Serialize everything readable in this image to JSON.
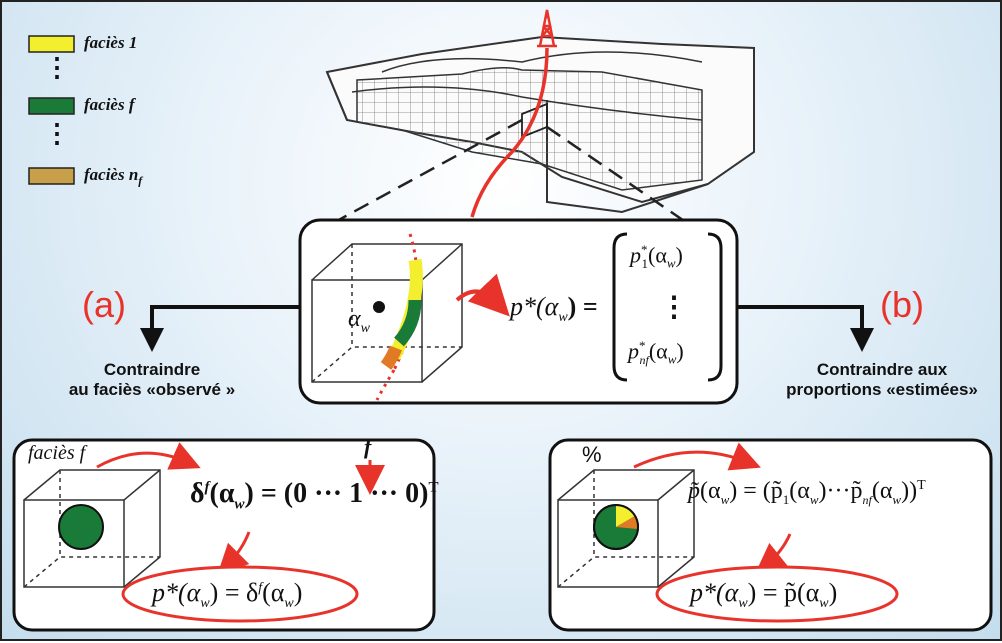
{
  "legend": {
    "items": [
      {
        "label": "faciès 1",
        "color": "#f3ee2e"
      },
      {
        "label": "faciès f",
        "color": "#1a7a38"
      },
      {
        "label": "faciès n",
        "subscript": "f",
        "color": "#c9a04a"
      }
    ],
    "ellipsis": "⋮"
  },
  "central_panel": {
    "point_label": "α",
    "point_subscript": "w",
    "equation": {
      "lhs": "p*(α",
      "lhs_sub": "w",
      "lhs_close": ") =",
      "top": "p",
      "top_sup": "*",
      "top_sub": "1",
      "top_arg": "(α",
      "top_arg_sub": "w",
      "top_close": ")",
      "dots": "⋮",
      "bottom": "p",
      "bottom_sup": "*",
      "bottom_sub": "nf",
      "bottom_arg": "(α",
      "bottom_arg_sub": "w",
      "bottom_close": ")"
    }
  },
  "branch_a": {
    "tag": "(a)",
    "caption_line1": "Contraindre",
    "caption_line2": "au faciès «observé »"
  },
  "branch_b": {
    "tag": "(b)",
    "caption_line1": "Contraindre aux",
    "caption_line2": "proportions «estimées»"
  },
  "panel_a": {
    "cube_label": "faciès f",
    "f_marker": "f",
    "delta": "δ",
    "delta_sup": "f",
    "arg": "(α",
    "arg_sub": "w",
    "eq_rhs": ") = (0 ··· 1 ··· 0)",
    "transpose": "T",
    "result_lhs": "p*(α",
    "result_lhs_sub": "w",
    "result_mid": ") = δ",
    "result_sup": "f",
    "result_arg": "(α",
    "result_arg_sub": "w",
    "result_close": ")"
  },
  "panel_b": {
    "cube_label": "%",
    "p_tilde": "p̃",
    "arg": "(α",
    "arg_sub": "w",
    "eq_mid": ") = (p̃",
    "eq_sub1": "1",
    "eq_mid2": "(α",
    "eq_sub2": "w",
    "eq_dots": ")···p̃",
    "eq_sub3": "nf",
    "eq_mid3": "(α",
    "eq_sub4": "w",
    "eq_close": "))",
    "transpose": "T",
    "result_lhs": "p*(α",
    "result_lhs_sub": "w",
    "result_mid": ") = p̃(α",
    "result_arg_sub": "w",
    "result_close": ")"
  }
}
